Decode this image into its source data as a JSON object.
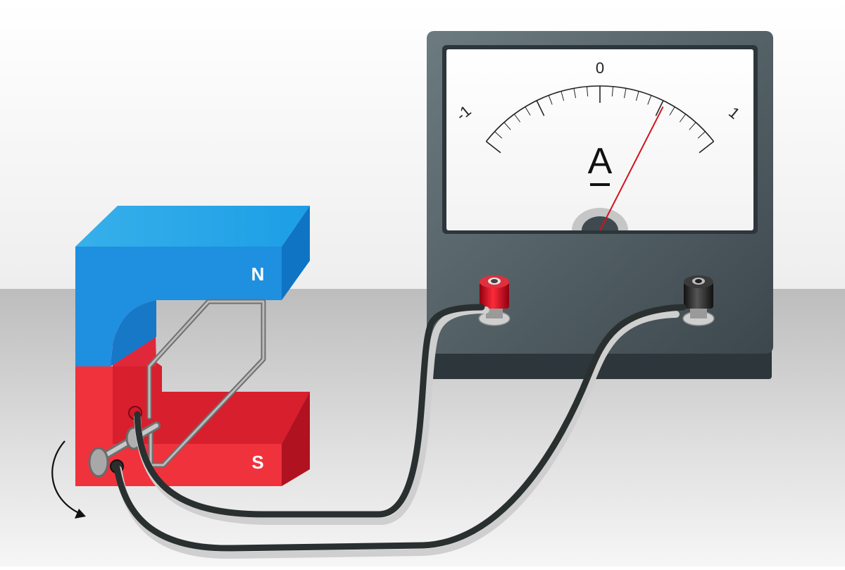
{
  "magnet": {
    "north_label": "N",
    "south_label": "S",
    "north_color": "#1f8fe0",
    "south_color": "#f0323c"
  },
  "ammeter": {
    "unit_label": "A",
    "scale_labels": [
      "-1",
      "0",
      "1"
    ],
    "scale_min": -1,
    "scale_max": 1,
    "needle_value": 0.52,
    "needle_color": "#d2141e",
    "positive_terminal_color": "#cc1020",
    "negative_terminal_color": "#222222"
  },
  "rotation_arrow_icon": "curved-arrow-icon"
}
